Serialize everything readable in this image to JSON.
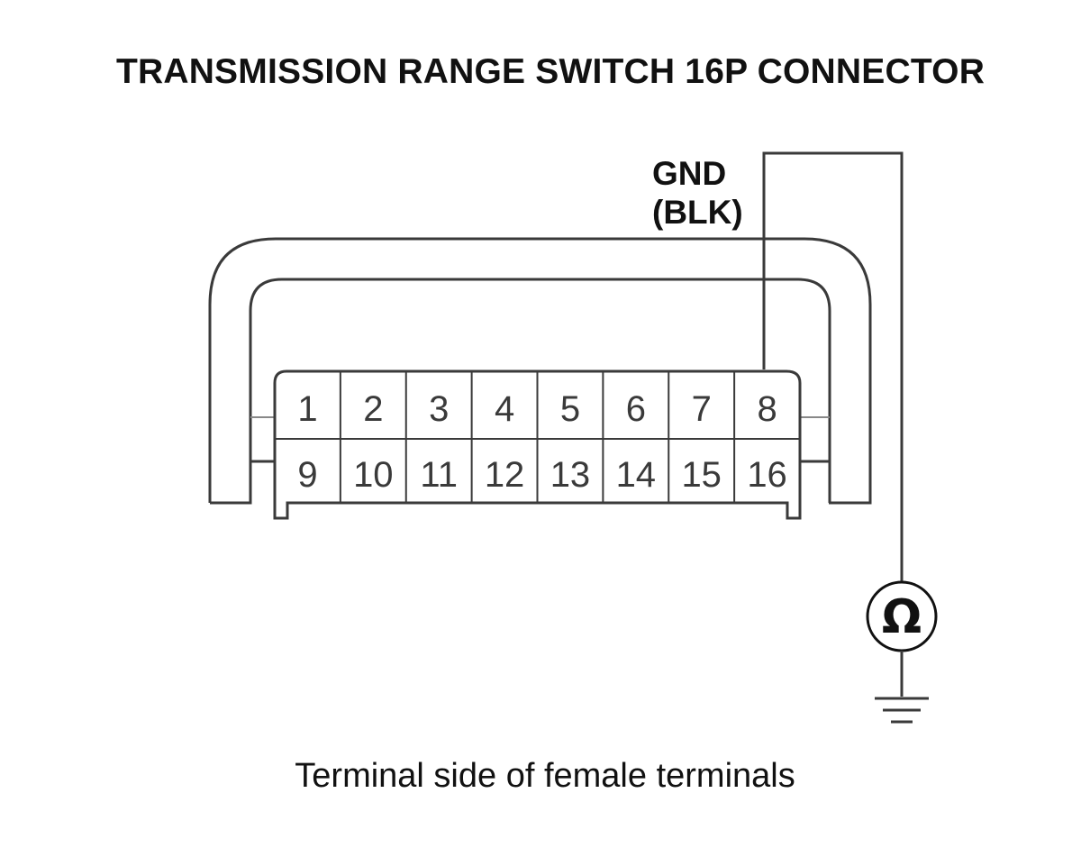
{
  "title": "TRANSMISSION RANGE SWITCH 16P CONNECTOR",
  "wire_label": {
    "line1": "GND",
    "line2": "(BLK)"
  },
  "meter_symbol": "Ω",
  "caption": "Terminal side of female terminals",
  "connector": {
    "top_row": [
      "1",
      "2",
      "3",
      "4",
      "5",
      "6",
      "7",
      "8"
    ],
    "bottom_row": [
      "9",
      "10",
      "11",
      "12",
      "13",
      "14",
      "15",
      "16"
    ],
    "probed_terminal": "8"
  },
  "icons": [
    "ohmmeter-icon",
    "ground-icon"
  ]
}
